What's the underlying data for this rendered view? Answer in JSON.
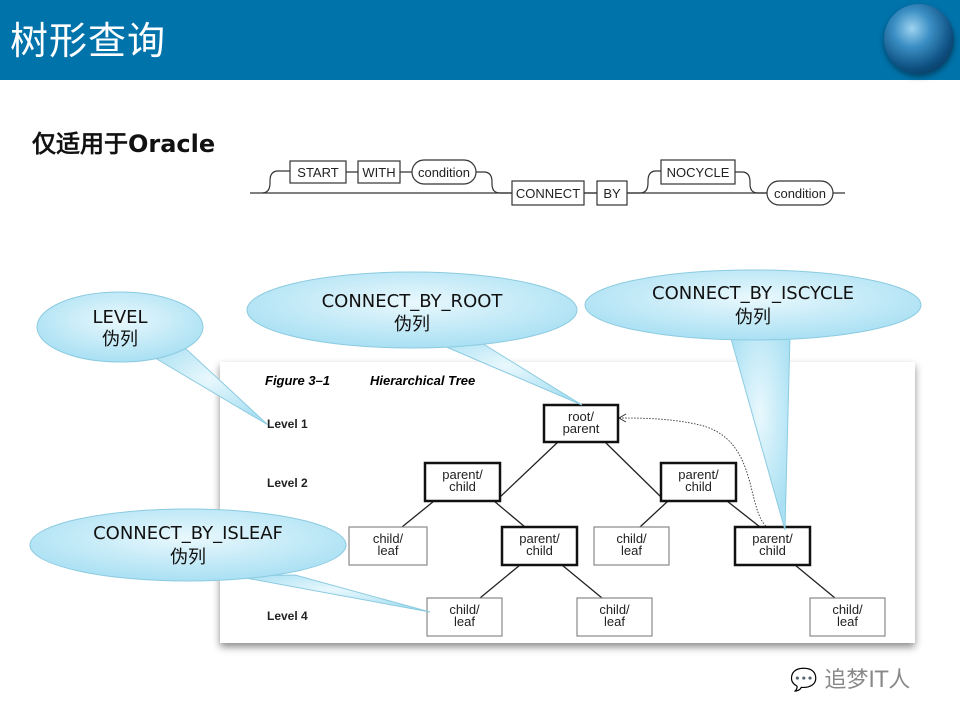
{
  "header": {
    "title": "树形查询",
    "logo_icon": "globe-icon",
    "background": "#0073ab"
  },
  "subtitle": "仅适用于Oracle",
  "syntax": {
    "start": "START",
    "with": "WITH",
    "condition1": "condition",
    "connect": "CONNECT",
    "by": "BY",
    "nocycle": "NOCYCLE",
    "condition2": "condition"
  },
  "figure": {
    "caption_num": "Figure 3–1",
    "caption_title": "Hierarchical Tree",
    "levels": [
      "Level 1",
      "Level 2",
      "Level 4"
    ],
    "nodes": {
      "root": [
        "root/",
        "parent"
      ],
      "parent_child": [
        "parent/",
        "child"
      ],
      "child_leaf": [
        "child/",
        "leaf"
      ]
    }
  },
  "callouts": {
    "level": {
      "title": "LEVEL",
      "sub": "伪列"
    },
    "root": {
      "title": "CONNECT_BY_ROOT",
      "sub": "伪列"
    },
    "iscycle": {
      "title": "CONNECT_BY_ISCYCLE",
      "sub": "伪列"
    },
    "isleaf": {
      "title": "CONNECT_BY_ISLEAF",
      "sub": "伪列"
    },
    "fill": "#b8e6f5"
  },
  "watermark": {
    "icon": "wechat-icon",
    "text": "追梦IT人"
  }
}
